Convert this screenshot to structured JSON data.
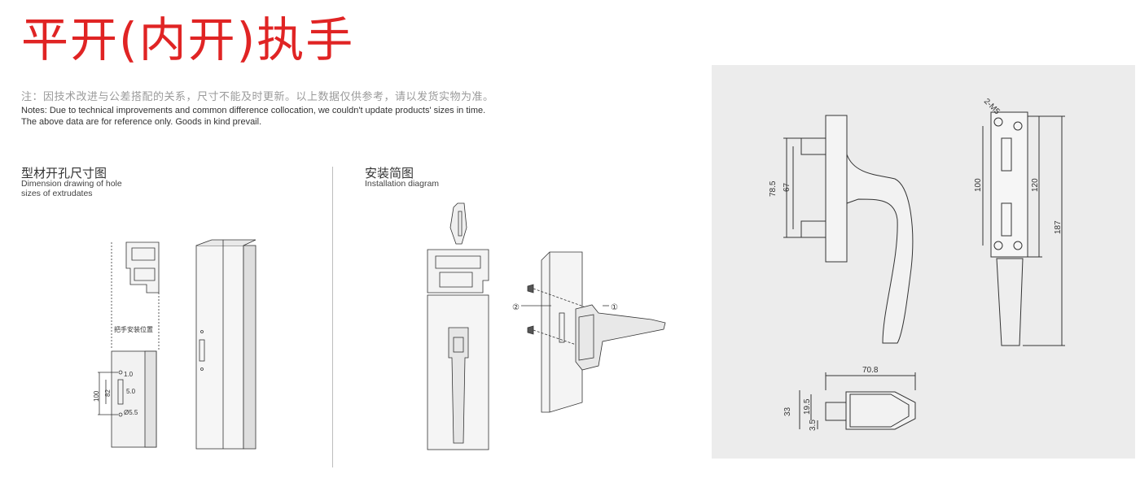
{
  "title": "平开(内开)执手",
  "notes": {
    "cn": "注：因技术改进与公差搭配的关系，尺寸不能及时更新。以上数据仅供参考，请以发货实物为准。",
    "en_line1": "Notes: Due to technical improvements and common difference collocation, we couldn't update products' sizes in time.",
    "en_line2": "The above data are for reference only. Goods in kind prevail."
  },
  "section_hole": {
    "title_cn": "型材开孔尺寸图",
    "title_en_line1": "Dimension drawing of hole",
    "title_en_line2": "sizes of extrudates",
    "position_label": "把手安装位置",
    "dims": {
      "d1": "1.0",
      "d100": "100",
      "d82": "82",
      "d5": "5.0",
      "d55": "Ø5.5"
    }
  },
  "section_install": {
    "title_cn": "安装简图",
    "title_en": "Installation diagram",
    "callout_1": "①",
    "callout_2": "②"
  },
  "product_dims": {
    "d78_5": "78.5",
    "d67": "67",
    "d100": "100",
    "d120": "120",
    "d187": "187",
    "m5": "2-M5",
    "d70_8": "70.8",
    "d33": "33",
    "d19_5": "19.5",
    "d3_5": "3.5"
  },
  "colors": {
    "title": "#e02424",
    "panel": "#ececec",
    "line": "#333333"
  }
}
